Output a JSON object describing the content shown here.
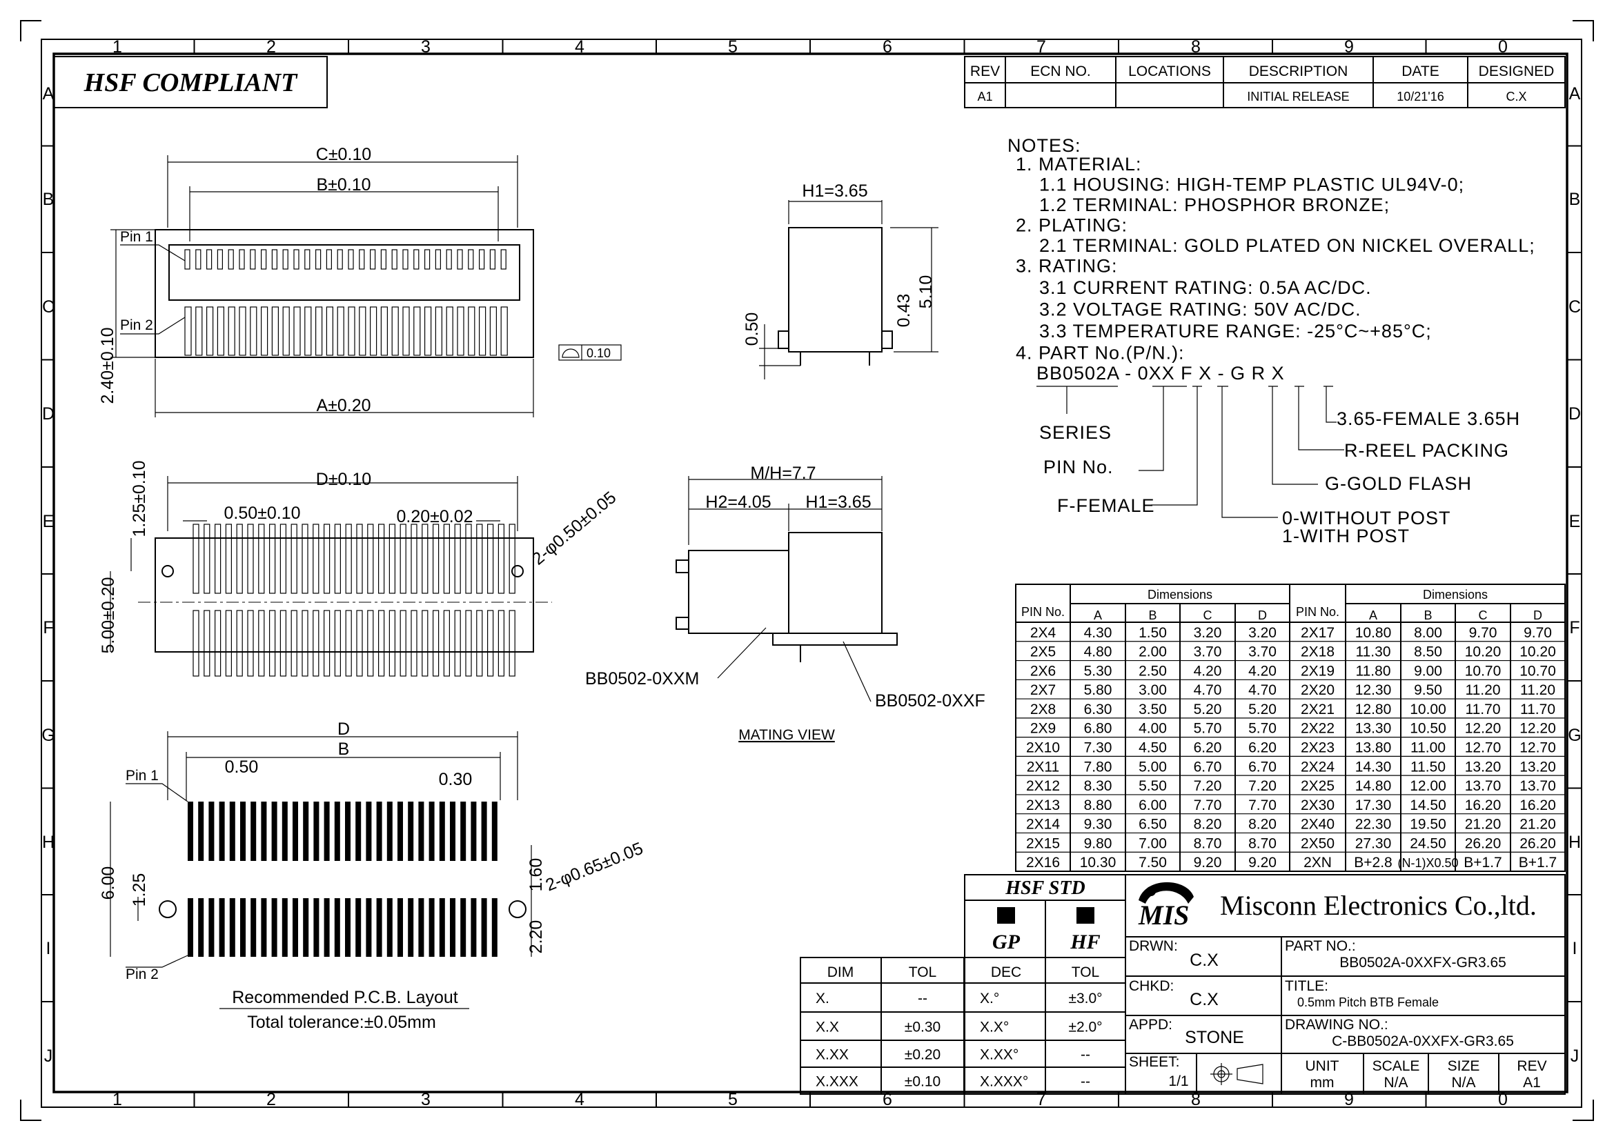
{
  "frame": {
    "columns": [
      "1",
      "2",
      "3",
      "4",
      "5",
      "6",
      "7",
      "8",
      "9",
      "0"
    ],
    "rows": [
      "A",
      "B",
      "C",
      "D",
      "E",
      "F",
      "G",
      "H",
      "I",
      "J"
    ]
  },
  "compliance_label": "HSF COMPLIANT",
  "revision_table": {
    "headers": [
      "REV",
      "ECN NO.",
      "LOCATIONS",
      "DESCRIPTION",
      "DATE",
      "DESIGNED"
    ],
    "row": [
      "A1",
      "",
      "",
      "INITIAL RELEASE",
      "10/21'16",
      "C.X"
    ]
  },
  "notes": {
    "title": "NOTES:",
    "lines": [
      "1. MATERIAL:",
      "1.1 HOUSING: HIGH-TEMP PLASTIC UL94V-0;",
      "1.2 TERMINAL: PHOSPHOR BRONZE;",
      "2. PLATING:",
      "2.1 TERMINAL: GOLD PLATED ON NICKEL OVERALL;",
      "3. RATING:",
      "3.1 CURRENT RATING: 0.5A AC/DC.",
      "3.2 VOLTAGE RATING: 50V AC/DC.",
      "3.3 TEMPERATURE RANGE: -25°C~+85°C;",
      "4. PART No.(P/N.):"
    ],
    "part_code": "BB0502A - 0XX F X - G R X",
    "legend": {
      "series": "SERIES",
      "pin_no": "PIN No.",
      "female": "F-FEMALE",
      "post_0": "0-WITHOUT POST",
      "post_1": "1-WITH POST",
      "gold": "G-GOLD FLASH",
      "reel": "R-REEL PACKING",
      "height": "3.65-FEMALE 3.65H"
    }
  },
  "top_view": {
    "c_dim": "C±0.10",
    "b_dim": "B±0.10",
    "a_dim": "A±0.20",
    "pin1": "Pin 1",
    "pin2": "Pin 2",
    "height_dim": "2.40±0.10",
    "flatness": "0.10"
  },
  "side_view": {
    "h1": "H1=3.65",
    "d050": "0.50",
    "d043": "0.43",
    "d510": "5.10"
  },
  "bottom_view": {
    "d_dim": "D±0.10",
    "pitch": "0.50±0.10",
    "width": "0.20±0.02",
    "d125": "1.25±0.10",
    "d500": "5.00±0.20",
    "hole": "2-φ0.50±0.05"
  },
  "mating_view": {
    "mh": "M/H=7.7",
    "h2": "H2=4.05",
    "h1": "H1=3.65",
    "male": "BB0502-0XXM",
    "female": "BB0502-0XXF",
    "title": "MATING VIEW"
  },
  "pcb_layout": {
    "d": "D",
    "b": "B",
    "pin1": "Pin 1",
    "pin2": "Pin 2",
    "pitch": "0.50",
    "pad": "0.30",
    "d600": "6.00",
    "d125": "1.25",
    "d160": "1.60",
    "d220": "2.20",
    "hole": "2-φ0.65±0.05",
    "title": "Recommended P.C.B. Layout",
    "tolerance": "Total tolerance:±0.05mm"
  },
  "dimension_table": {
    "group_label": "Dimensions",
    "pin_header": "PIN No.",
    "cols": [
      "A",
      "B",
      "C",
      "D"
    ],
    "left": [
      [
        "2X4",
        "4.30",
        "1.50",
        "3.20",
        "3.20"
      ],
      [
        "2X5",
        "4.80",
        "2.00",
        "3.70",
        "3.70"
      ],
      [
        "2X6",
        "5.30",
        "2.50",
        "4.20",
        "4.20"
      ],
      [
        "2X7",
        "5.80",
        "3.00",
        "4.70",
        "4.70"
      ],
      [
        "2X8",
        "6.30",
        "3.50",
        "5.20",
        "5.20"
      ],
      [
        "2X9",
        "6.80",
        "4.00",
        "5.70",
        "5.70"
      ],
      [
        "2X10",
        "7.30",
        "4.50",
        "6.20",
        "6.20"
      ],
      [
        "2X11",
        "7.80",
        "5.00",
        "6.70",
        "6.70"
      ],
      [
        "2X12",
        "8.30",
        "5.50",
        "7.20",
        "7.20"
      ],
      [
        "2X13",
        "8.80",
        "6.00",
        "7.70",
        "7.70"
      ],
      [
        "2X14",
        "9.30",
        "6.50",
        "8.20",
        "8.20"
      ],
      [
        "2X15",
        "9.80",
        "7.00",
        "8.70",
        "8.70"
      ],
      [
        "2X16",
        "10.30",
        "7.50",
        "9.20",
        "9.20"
      ]
    ],
    "right": [
      [
        "2X17",
        "10.80",
        "8.00",
        "9.70",
        "9.70"
      ],
      [
        "2X18",
        "11.30",
        "8.50",
        "10.20",
        "10.20"
      ],
      [
        "2X19",
        "11.80",
        "9.00",
        "10.70",
        "10.70"
      ],
      [
        "2X20",
        "12.30",
        "9.50",
        "11.20",
        "11.20"
      ],
      [
        "2X21",
        "12.80",
        "10.00",
        "11.70",
        "11.70"
      ],
      [
        "2X22",
        "13.30",
        "10.50",
        "12.20",
        "12.20"
      ],
      [
        "2X23",
        "13.80",
        "11.00",
        "12.70",
        "12.70"
      ],
      [
        "2X24",
        "14.30",
        "11.50",
        "13.20",
        "13.20"
      ],
      [
        "2X25",
        "14.80",
        "12.00",
        "13.70",
        "13.70"
      ],
      [
        "2X30",
        "17.30",
        "14.50",
        "16.20",
        "16.20"
      ],
      [
        "2X40",
        "22.30",
        "19.50",
        "21.20",
        "21.20"
      ],
      [
        "2X50",
        "27.30",
        "24.50",
        "26.20",
        "26.20"
      ],
      [
        "2XN",
        "B+2.8",
        "(N-1)X0.50",
        "B+1.7",
        "B+1.7"
      ]
    ]
  },
  "tolerance_table": {
    "headers": [
      "DIM",
      "TOL"
    ],
    "rows": [
      [
        "X.",
        "--"
      ],
      [
        "X.X",
        "±0.30"
      ],
      [
        "X.XX",
        "±0.20"
      ],
      [
        "X.XXX",
        "±0.10"
      ]
    ]
  },
  "hsf_std": {
    "title": "HSF STD",
    "gp": "GP",
    "hf": "HF",
    "headers": [
      "DEC",
      "TOL"
    ],
    "rows": [
      [
        "X.°",
        "±3.0°"
      ],
      [
        "X.X°",
        "±2.0°"
      ],
      [
        "X.XX°",
        "--"
      ],
      [
        "X.XXX°",
        "--"
      ]
    ]
  },
  "title_block": {
    "logo_text": "MIS",
    "company": "Misconn Electronics Co.,ltd.",
    "drwn_label": "DRWN:",
    "drwn": "C.X",
    "chkd_label": "CHKD:",
    "chkd": "C.X",
    "appd_label": "APPD:",
    "appd": "STONE",
    "part_label": "PART NO.:",
    "part": "BB0502A-0XXFX-GR3.65",
    "title_label": "TITLE:",
    "title": "0.5mm Pitch BTB Female",
    "drawing_label": "DRAWING NO.:",
    "drawing": "C-BB0502A-0XXFX-GR3.65",
    "sheet_label": "SHEET:",
    "sheet": "1/1",
    "unit_label": "UNIT",
    "unit": "mm",
    "scale_label": "SCALE",
    "scale": "N/A",
    "size_label": "SIZE",
    "size": "N/A",
    "rev_label": "REV",
    "rev": "A1"
  }
}
